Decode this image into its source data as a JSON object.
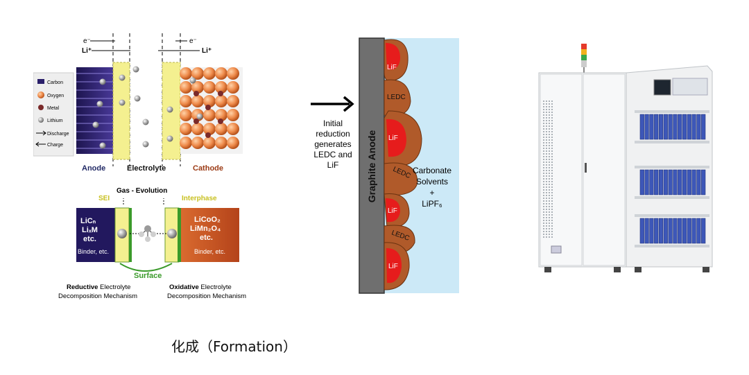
{
  "left_diagram": {
    "top_labels": {
      "electron": "e⁻",
      "lithium": "Li⁺",
      "electron2": "e⁻",
      "lithium2": "Li⁺"
    },
    "legend": [
      {
        "icon": "carbon-icon",
        "label": "Carbon"
      },
      {
        "icon": "oxygen-icon",
        "label": "Oxygen"
      },
      {
        "icon": "metal-icon",
        "label": "Metal"
      },
      {
        "icon": "lithium-icon",
        "label": "Lithium"
      },
      {
        "icon": "discharge-arrow-icon",
        "label": "Discharge"
      },
      {
        "icon": "charge-arrow-icon",
        "label": "Charge"
      }
    ],
    "labels": {
      "anode": "Anode",
      "electrolyte": "Electrolyte",
      "cathode": "Cathode"
    },
    "bottom": {
      "gas_evolution": "Gas - Evolution",
      "sei": "SEI",
      "interphase": "Interphase",
      "anode_lines": [
        "LiCₙ",
        "LiₓM",
        "etc.",
        "Binder, etc."
      ],
      "cathode_lines": [
        "LiCoO₂",
        "LiMn₂O₄",
        "etc.",
        "Binder, etc."
      ],
      "surface": "Surface",
      "reductive_1a": "Reductive",
      "reductive_1b": " Electrolyte",
      "reductive_2": "Decomposition Mechanism",
      "oxidative_1a": "Oxidative",
      "oxidative_1b": " Electrolyte",
      "oxidative_2": "Decomposition Mechanism"
    },
    "colors": {
      "anode": "#2c1f6e",
      "cathode": "#e07a3c",
      "sei": "#f4f090",
      "surface_green": "#3a9a2a"
    }
  },
  "middle": {
    "arrow_text": [
      "Initial",
      "reduction",
      "generates",
      "LEDC and",
      "LiF"
    ],
    "anode_label": "Graphite Anode",
    "lif": "LiF",
    "ledc": "LEDC",
    "solvent_lines": [
      "Carbonate",
      "Solvents",
      "+",
      "LiPF₆"
    ],
    "colors": {
      "electrolyte": "#cce9f7",
      "ledc": "#b05a2a",
      "lif": "#e61c1c",
      "anode": "#6f6f6f"
    }
  },
  "caption": "化成（Formation）"
}
